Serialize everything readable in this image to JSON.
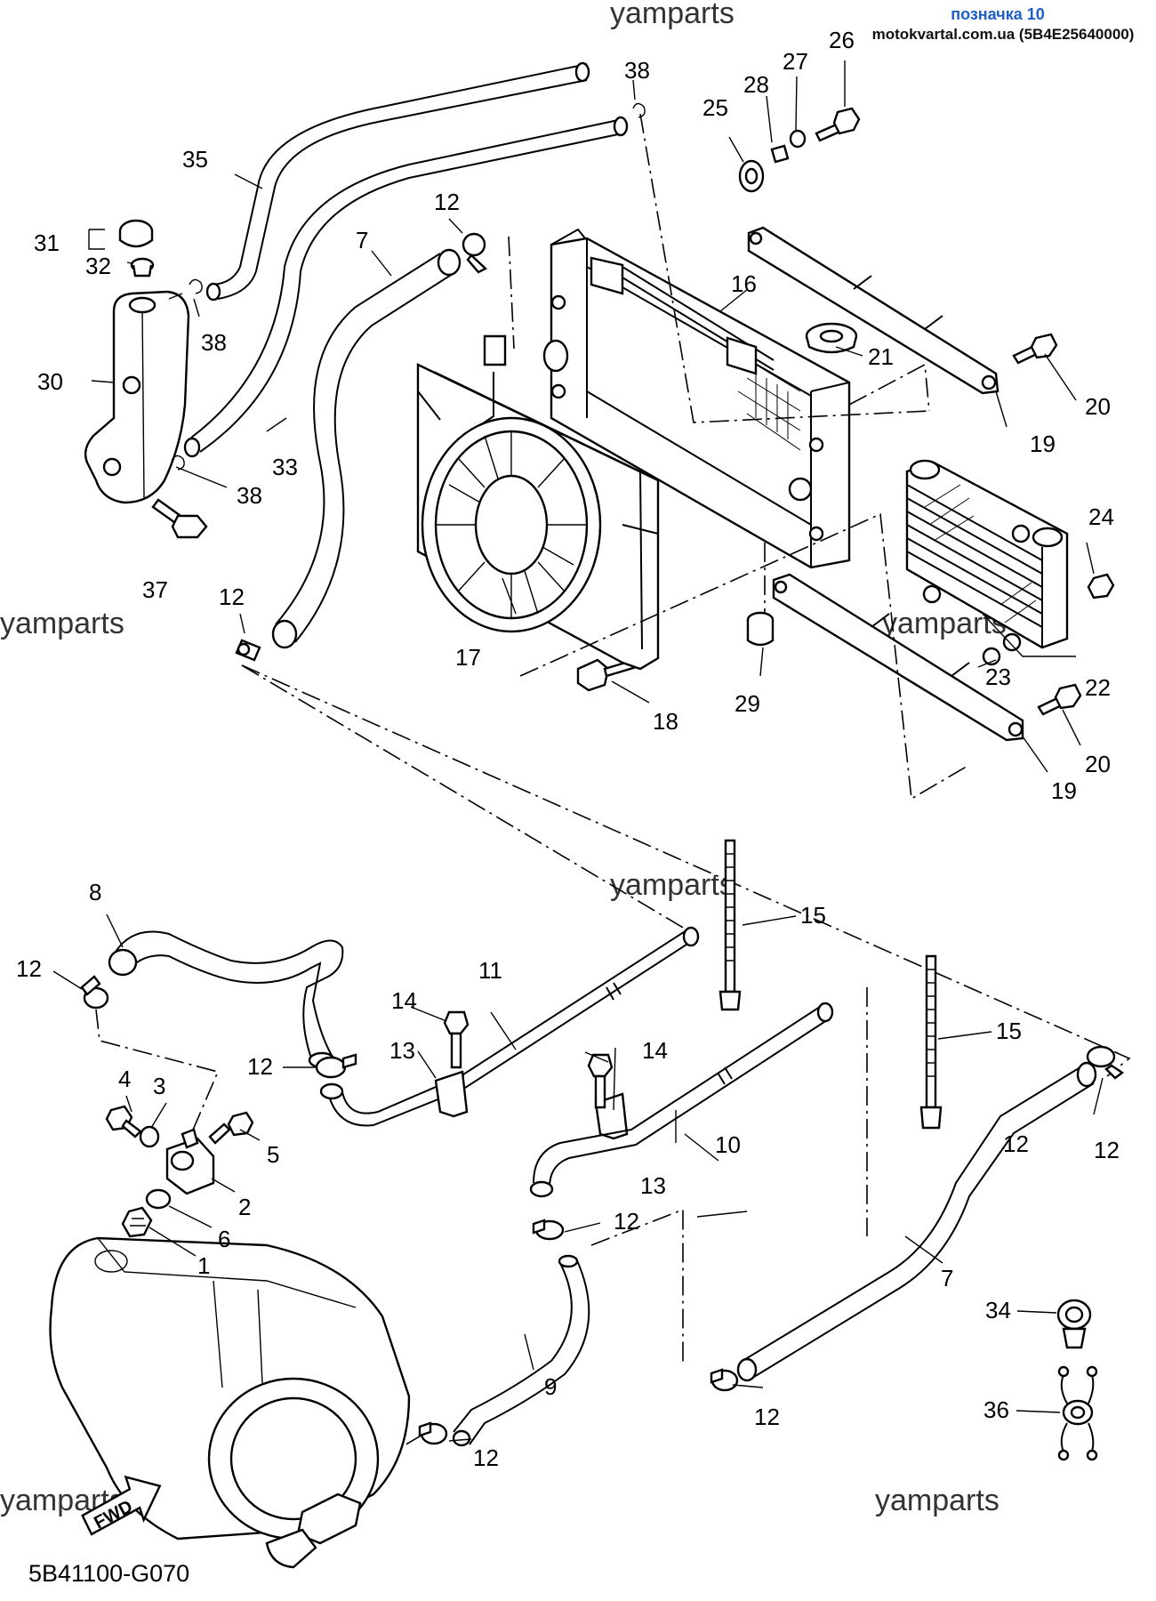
{
  "header": {
    "label_link": "позначка 10",
    "site": "motokvartal.com.ua (5B4E25640000)"
  },
  "watermarks": [
    "yamparts",
    "yamparts",
    "yamparts",
    "yamparts",
    "yamparts",
    "yamparts"
  ],
  "diagram_code": "5B41100-G070",
  "fwd_label": "FWD",
  "callouts": [
    "1",
    "2",
    "3",
    "4",
    "5",
    "6",
    "7",
    "7",
    "8",
    "9",
    "10",
    "11",
    "12",
    "12",
    "12",
    "12",
    "12",
    "12",
    "12",
    "12",
    "12",
    "13",
    "13",
    "14",
    "14",
    "15",
    "15",
    "16",
    "17",
    "18",
    "19",
    "19",
    "20",
    "20",
    "21",
    "22",
    "23",
    "24",
    "25",
    "26",
    "27",
    "28",
    "29",
    "30",
    "31",
    "32",
    "33",
    "34",
    "35",
    "36",
    "37",
    "38",
    "38",
    "38"
  ]
}
